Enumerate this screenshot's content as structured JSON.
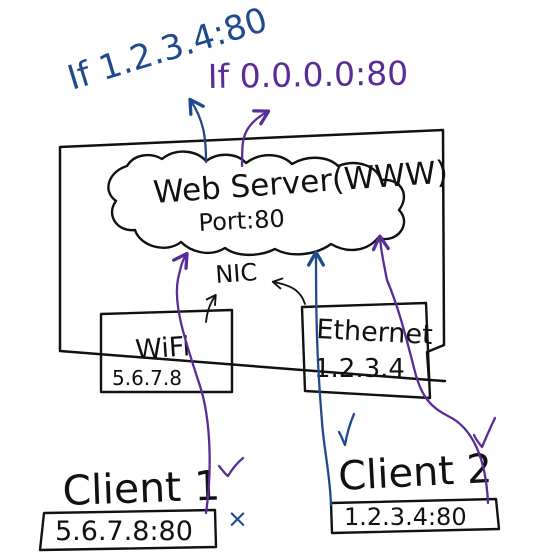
{
  "labels": {
    "if_specific": "If 1.2.3.4:80",
    "if_all": "If 0.0.0.0:80",
    "web_server": "Web Server(WWW)",
    "port": "Port:80",
    "nic": "NIC",
    "wifi_name": "WiFi",
    "wifi_ip": "5.6.7.8",
    "ethernet_name": "Ethernet",
    "ethernet_ip": "1.2.3.4",
    "client1": "Client 1",
    "client1_addr": "5.6.7.8:80",
    "client2": "Client 2",
    "client2_addr": "1.2.3.4:80",
    "check": "✓",
    "fail": "×"
  },
  "colors": {
    "ink": "#111111",
    "blue": "#214a8d",
    "purple": "#5a2c96"
  }
}
